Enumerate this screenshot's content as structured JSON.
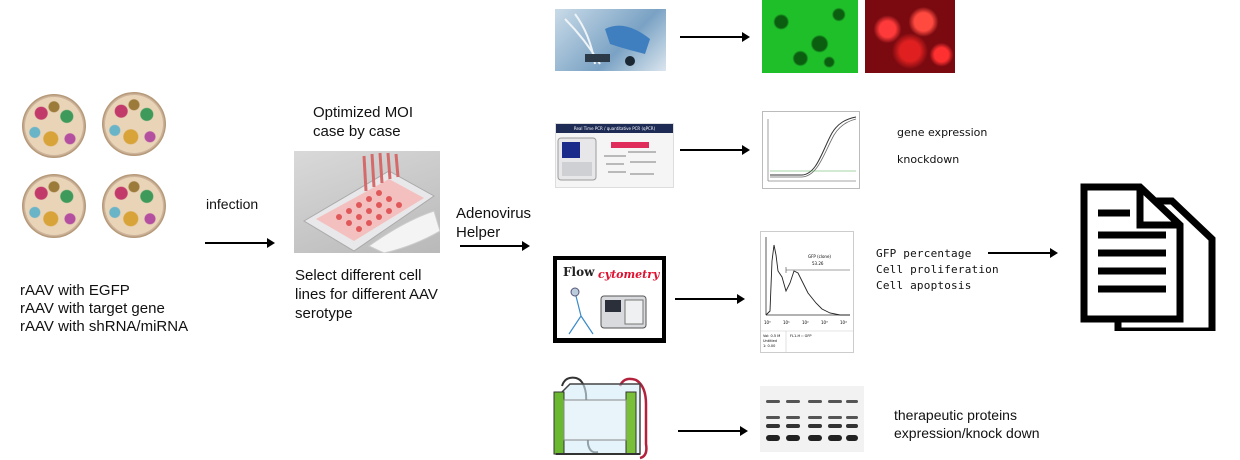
{
  "labels": {
    "virus_types": [
      "rAAV with EGFP",
      "rAAV with target gene",
      "rAAV with shRNA/miRNA"
    ],
    "infection": "infection",
    "moi_line1": "Optimized MOI",
    "moi_line2": "case by case",
    "select_lines": [
      "Select different cell",
      "lines for different AAV",
      "serotype"
    ],
    "adenovirus_line1": "Adenovirus",
    "adenovirus_line2": "Helper",
    "qpcr_outputs": [
      "gene expression",
      "knockdown"
    ],
    "flow_outputs": [
      "GFP percentage",
      "Cell proliferation",
      "Cell apoptosis"
    ],
    "western_outputs": [
      "therapeutic proteins",
      "expression/knock down"
    ]
  },
  "panel_text": {
    "qpcr_header": "Real Time PCR / quantitative PCR (qPCR)",
    "flow_title_1": "Flow",
    "flow_title_2": "cytometry",
    "histogram_gate_label": "GFP (clone)",
    "histogram_gate_value": "53.26",
    "histogram_x_ticks": [
      "10⁰",
      "10¹",
      "10²",
      "10³",
      "10⁴"
    ],
    "histogram_footer_left": [
      "Vol: 0.5 M",
      "Untitled",
      "1: 0.00"
    ],
    "histogram_footer_right": "FL1-H :: GFP"
  },
  "colors": {
    "arrow": "#000000",
    "gfp_green": "#1fbf2a",
    "rfp_red": "#c0101a",
    "flow_red": "#e01030",
    "gel_bg": "#f2f2f2"
  },
  "icons": [
    "aav-virion-icon",
    "document-stack-icon",
    "arrow-icon"
  ]
}
